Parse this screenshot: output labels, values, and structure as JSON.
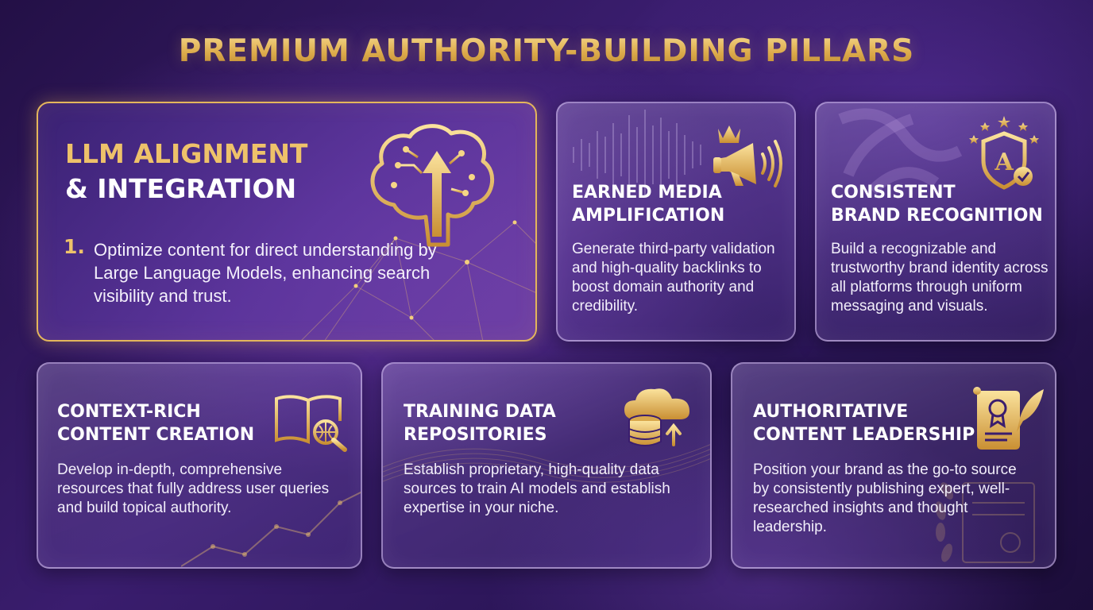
{
  "page": {
    "title": "PREMIUM AUTHORITY-BUILDING PILLARS"
  },
  "colors": {
    "accent_gold": "#e4b65c",
    "background": "#2a1556"
  },
  "featured": {
    "title_line1": "LLM ALIGNMENT",
    "title_line2": "& INTEGRATION",
    "number": "1.",
    "description": "Optimize content for direct understanding by Large Language Models, enhancing search visibility and trust.",
    "icon": "brain-circuit-icon"
  },
  "cards": [
    {
      "title_line1": "EARNED MEDIA",
      "title_line2": "AMPLIFICATION",
      "description": "Generate third-party validation and high-quality backlinks to boost domain authority and credibility.",
      "icon": "megaphone-crown-icon"
    },
    {
      "title_line1": "CONSISTENT",
      "title_line2": "BRAND RECOGNITION",
      "description": "Build a recognizable and trustworthy brand identity across all platforms through uniform messaging and visuals.",
      "icon": "shield-badge-icon"
    },
    {
      "title_line1": "CONTEXT-RICH",
      "title_line2": "CONTENT CREATION",
      "description": "Develop in-depth, comprehensive resources that fully address user queries and build topical authority.",
      "icon": "book-magnifier-icon"
    },
    {
      "title_line1": "TRAINING DATA",
      "title_line2": "REPOSITORIES",
      "description": "Establish proprietary, high-quality data sources to train AI models and establish expertise in your niche.",
      "icon": "cloud-database-icon"
    },
    {
      "title_line1": "AUTHORITATIVE",
      "title_line2": "CONTENT LEADERSHIP",
      "description": "Position your brand as the go-to source by consistently publishing expert, well-researched insights and thought leadership.",
      "icon": "certificate-quill-icon"
    }
  ]
}
